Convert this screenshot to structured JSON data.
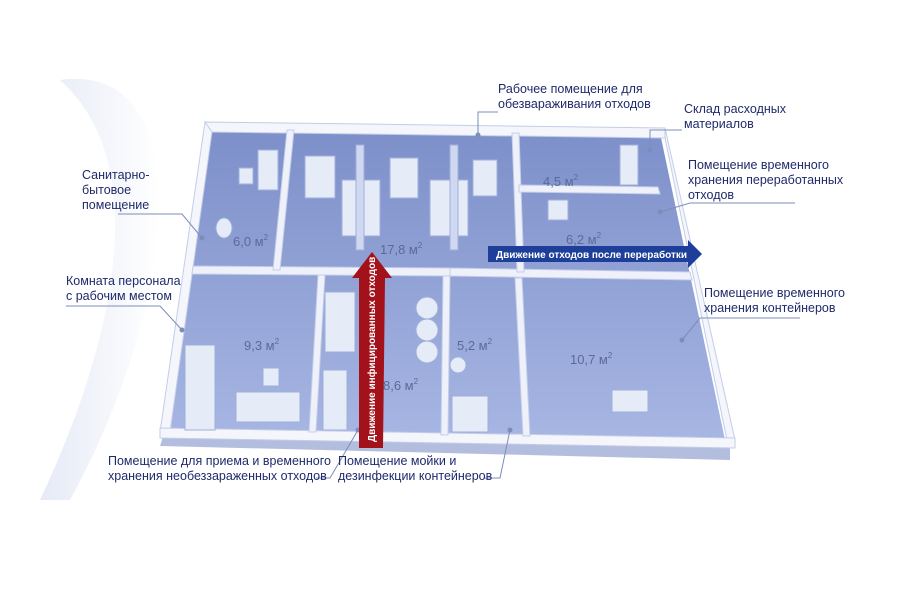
{
  "labels": {
    "work_room": [
      "Рабочее помещение для",
      "обезвараживания отходов"
    ],
    "storage_supplies": [
      "Склад расходных",
      "материалов"
    ],
    "temp_processed": [
      "Помещение временного",
      "хранения переработанных",
      "отходов"
    ],
    "sanitary": [
      "Санитарно-",
      "бытовое",
      "помещение"
    ],
    "staff_room": [
      "Комната персонала",
      "с рабочим местом"
    ],
    "temp_containers": [
      "Помещение временного",
      "хранения контейнеров"
    ],
    "reception": [
      "Помещение для приема и временного",
      "хранения необеззараженных отходов"
    ],
    "washing": [
      "Помещение мойки и",
      "дезинфекции контейнеров"
    ]
  },
  "areas": {
    "sanitary": {
      "value": "6,0 м",
      "sup": "2"
    },
    "work": {
      "value": "17,8 м",
      "sup": "2"
    },
    "supplies": {
      "value": "4,5 м",
      "sup": "2"
    },
    "processed": {
      "value": "6,2 м",
      "sup": "2"
    },
    "staff": {
      "value": "9,3 м",
      "sup": "2"
    },
    "washing": {
      "value": "8,6 м",
      "sup": "2"
    },
    "small": {
      "value": "5,2 м",
      "sup": "2"
    },
    "containers": {
      "value": "10,7 м",
      "sup": "2"
    }
  },
  "arrows": {
    "infected_flow": "Движение инфицированных отходов",
    "processed_flow": "Движение отходов после переработки"
  },
  "colors": {
    "floor": "#8d9fd3",
    "wall_top": "#f4f6fc",
    "wall_side": "#c3cde8",
    "label_text": "#1f2a6b",
    "red_arrow": "#a3111a",
    "blue_arrow": "#1d3f9a"
  }
}
